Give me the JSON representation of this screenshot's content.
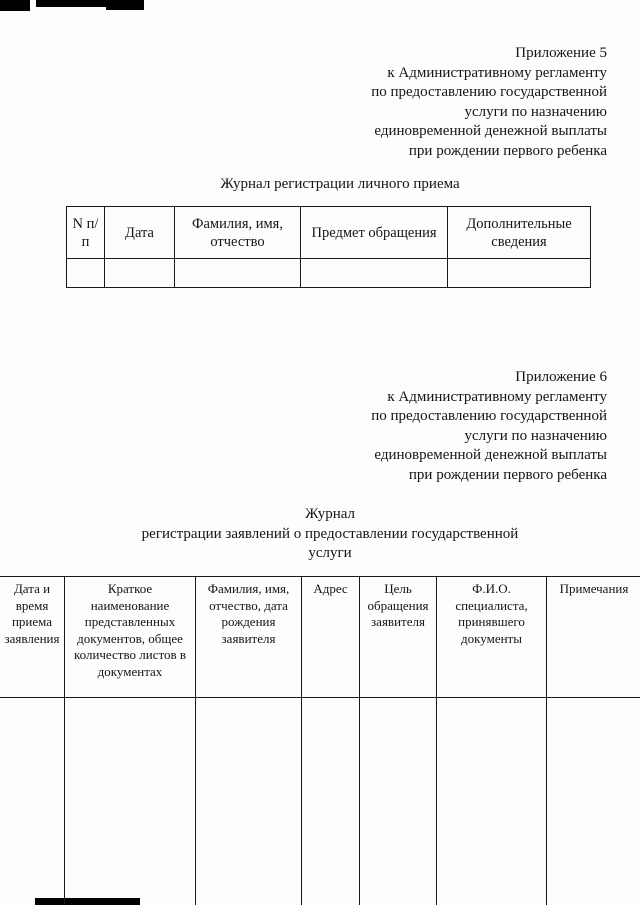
{
  "appendix5": {
    "heading": [
      "Приложение 5",
      "к Административному регламенту",
      "по предоставлению государственной",
      "услуги по назначению",
      "единовременной денежной выплаты",
      "при рождении первого ребенка"
    ],
    "journal_title": "Журнал регистрации личного приема",
    "table_headers": [
      "N п/п",
      "Дата",
      "Фамилия, имя, отчество",
      "Предмет обращения",
      "Дополнительные сведения"
    ]
  },
  "appendix6": {
    "heading": [
      "Приложение 6",
      "к Административному регламенту",
      "по предоставлению государственной",
      "услуги по назначению",
      "единовременной денежной выплаты",
      "при рождении первого ребенка"
    ],
    "journal_title": [
      "Журнал",
      "регистрации заявлений о предоставлении государственной",
      "услуги"
    ],
    "table_headers": [
      "Дата и время приема заявления",
      "Краткое наименование представленных документов, общее количество листов в документах",
      "Фамилия, имя, отчество, дата рождения заявителя",
      "Адрес",
      "Цель обращения заявителя",
      "Ф.И.О. специалиста, принявшего документы",
      "Примечания"
    ]
  }
}
